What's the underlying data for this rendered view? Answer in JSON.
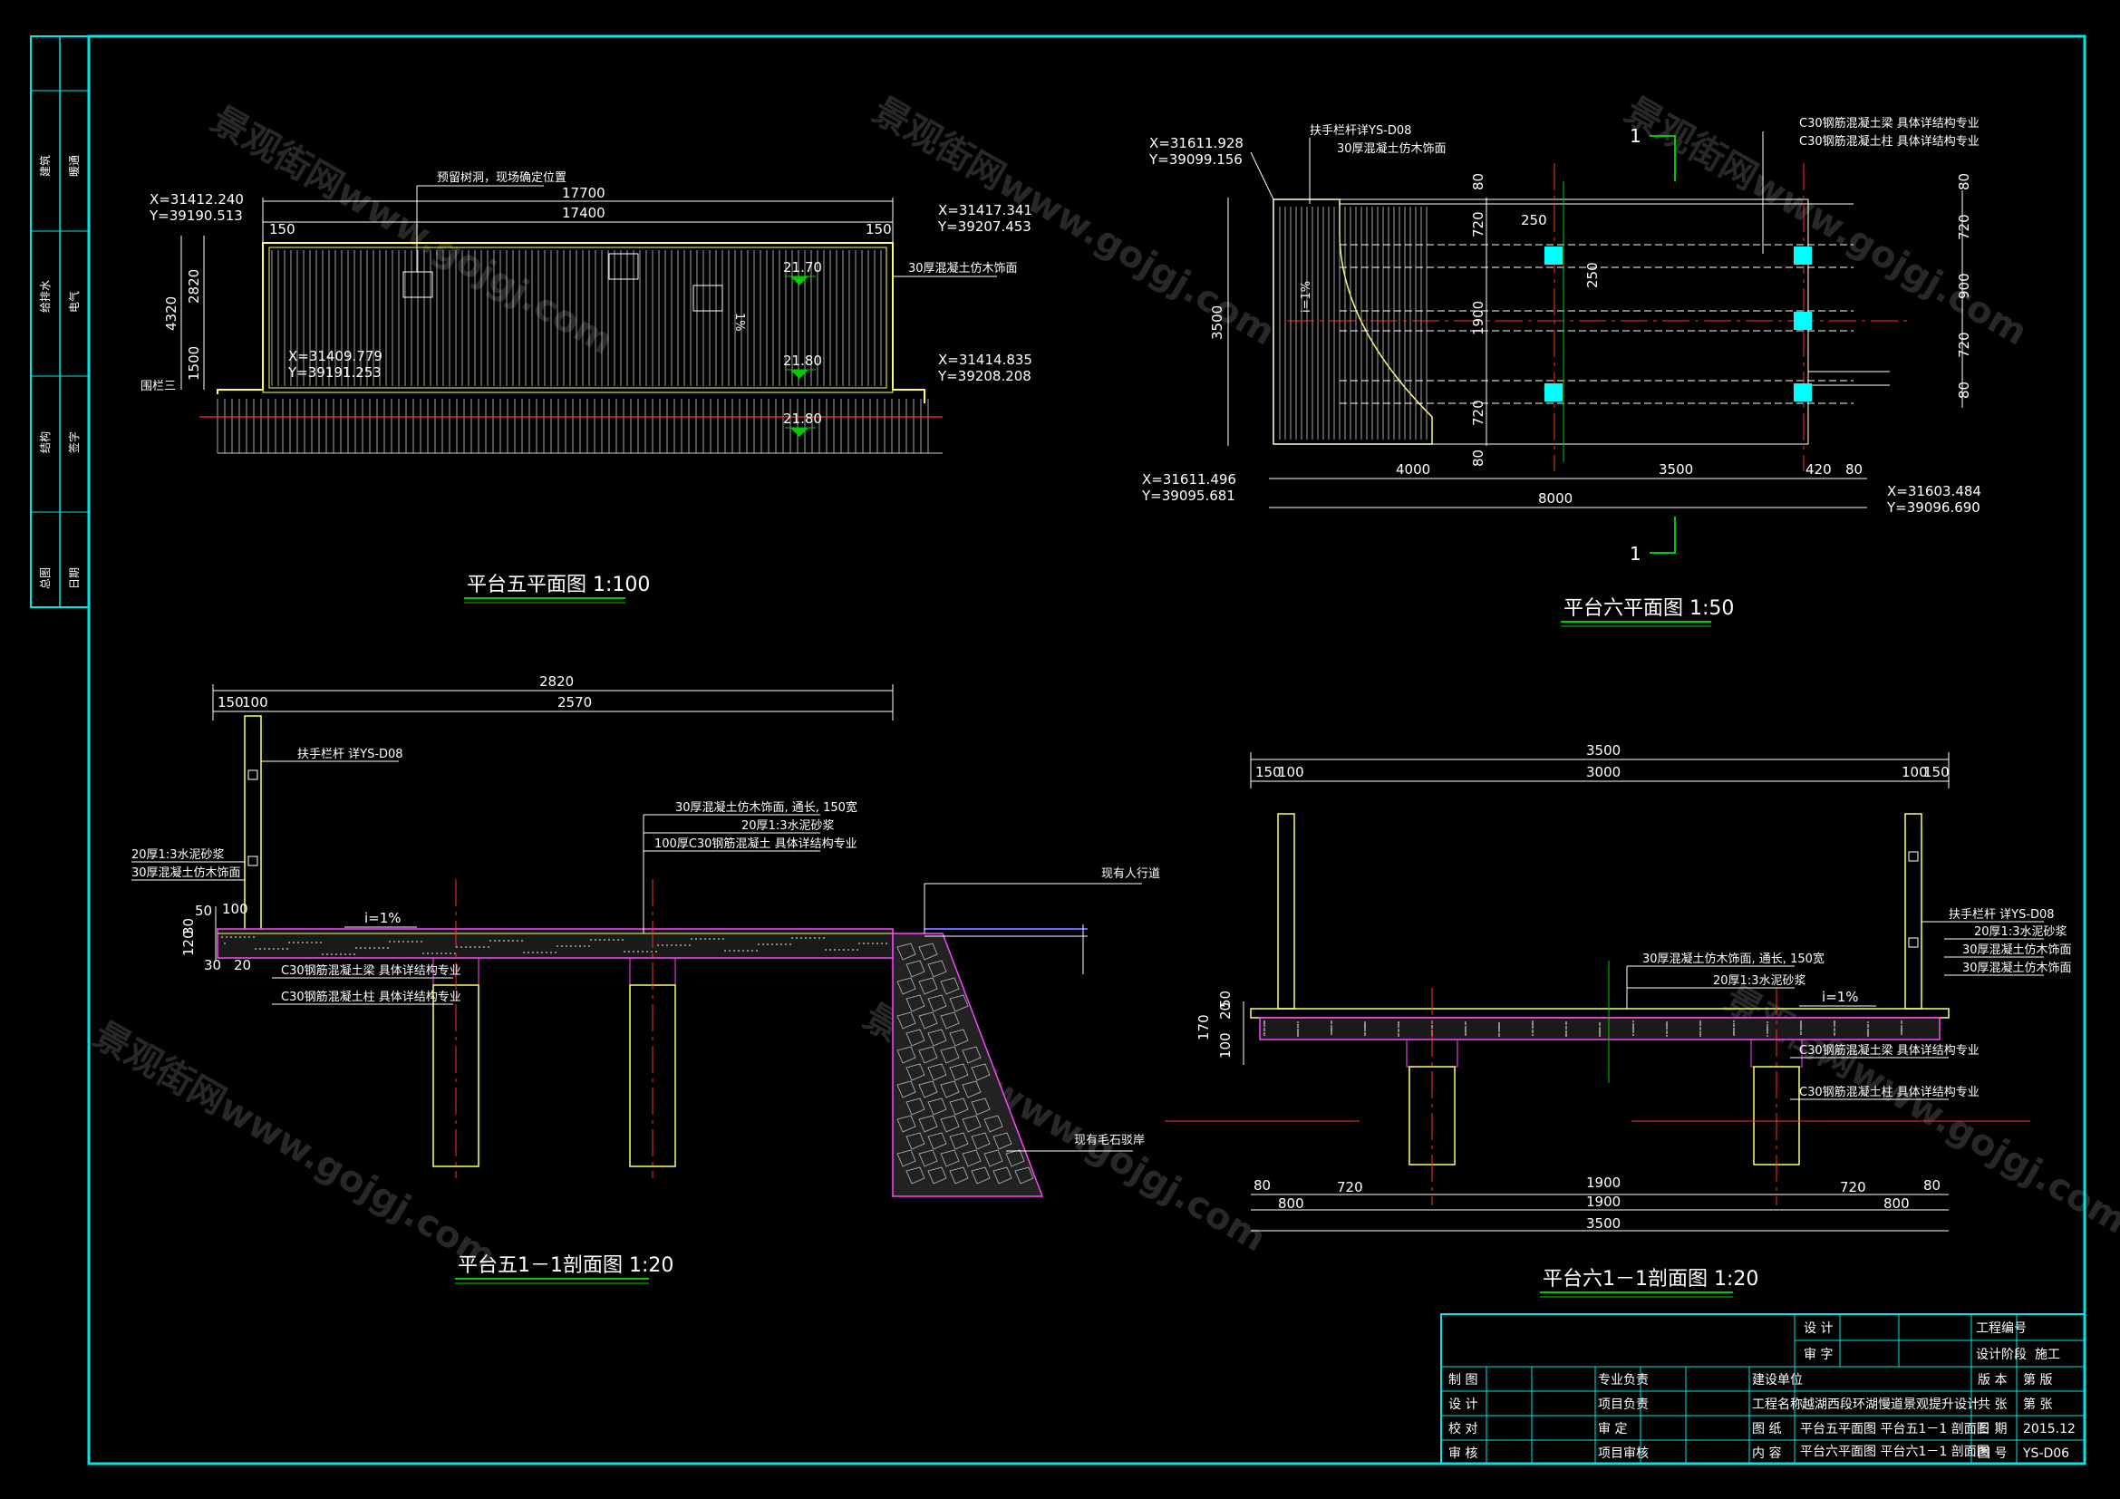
{
  "watermarks": [
    "景观街网www.gojgj.com",
    "景观街网www.gojgj.com",
    "景观街网www.gojgj.com"
  ],
  "side_strip": [
    "建筑",
    "暖通",
    "电气",
    "给排水",
    "结构",
    "总图",
    "签字",
    "日期"
  ],
  "plan5": {
    "title": "平台五平面图  1:100",
    "dims": {
      "overall": "17700",
      "inner": "17400",
      "left150": "150",
      "right150": "150",
      "h4320": "4320",
      "h2820": "2820",
      "h1500": "1500"
    },
    "coords": [
      {
        "x": "X=31412.240",
        "y": "Y=39190.513"
      },
      {
        "x": "X=31417.341",
        "y": "Y=39207.453"
      },
      {
        "x": "X=31409.779",
        "y": "Y=39191.253"
      },
      {
        "x": "X=31414.835",
        "y": "Y=39208.208"
      }
    ],
    "notes": {
      "top": "预留树洞，现场确定位置",
      "right": "30厚混凝土仿木饰面",
      "slope": "1%",
      "leftnote": "围栏三"
    },
    "levels": [
      "21.70",
      "21.80",
      "21.80"
    ]
  },
  "plan6": {
    "title": "平台六平面图  1:50",
    "coords": [
      {
        "x": "X=31611.928",
        "y": "Y=39099.156"
      },
      {
        "x": "X=31611.496",
        "y": "Y=39095.681"
      },
      {
        "x": "X=31603.484",
        "y": "Y=39096.690"
      }
    ],
    "notes": [
      "扶手栏杆详YS-D08",
      "30厚混凝土仿木饰面",
      "C30钢筋混凝土梁  具体详结构专业",
      "C30钢筋混凝土柱  具体详结构专业",
      "i=1%"
    ],
    "dims": {
      "d80a": "80",
      "d720a": "720",
      "d1900": "1900",
      "d720b": "720",
      "d80b": "80",
      "d250a": "250",
      "d250b": "250",
      "d3500v": "3500",
      "r80a": "80",
      "r720a": "720",
      "r900": "900",
      "r720b": "720",
      "r80b": "80",
      "b4000": "4000",
      "b3500": "3500",
      "b420": "420",
      "b80": "80",
      "b8000": "8000"
    },
    "section_mark": "1"
  },
  "sec5": {
    "title": "平台五1－1剖面图  1:20",
    "dims": {
      "d2820": "2820",
      "d150": "150",
      "d100": "100",
      "d2570": "2570",
      "l50": "50",
      "l100": "100",
      "l30": "30",
      "l120": "120",
      "b30": "30",
      "b20": "20"
    },
    "notes": [
      "扶手栏杆 详YS-D08",
      "30厚混凝土仿木饰面, 通长, 150宽",
      "20厚1:3水泥砂浆",
      "100厚C30钢筋混凝土  具体详结构专业",
      "20厚1:3水泥砂浆",
      "30厚混凝土仿木饰面",
      "C30钢筋混凝土梁  具体详结构专业",
      "C30钢筋混凝土柱  具体详结构专业",
      "现有人行道",
      "现有毛石驳岸",
      "i=1%"
    ]
  },
  "sec6": {
    "title": "平台六1－1剖面图  1:20",
    "dims": {
      "top3500": "3500",
      "t150a": "150",
      "t100a": "100",
      "t3000": "3000",
      "t100b": "100",
      "t150b": "150",
      "v170": "170",
      "v20": "20",
      "v50": "50",
      "v100": "100",
      "b80a": "80",
      "b720a": "720",
      "b1900a": "1900",
      "b720b": "720",
      "b80b": "80",
      "b800a": "800",
      "b1900b": "1900",
      "b800b": "800",
      "b3500": "3500"
    },
    "notes": [
      "扶手栏杆 详YS-D08",
      "20厚1:3水泥砂浆",
      "30厚混凝土仿木饰面",
      "30厚混凝土仿木饰面",
      "30厚混凝土仿木饰面, 通长, 150宽",
      "20厚1:3水泥砂浆",
      "i=1%",
      "C30钢筋混凝土梁  具体详结构专业",
      "C30钢筋混凝土柱  具体详结构专业"
    ]
  },
  "title_block": {
    "design_label": "设 计",
    "review_label": "审 字",
    "project_no_label": "工程编号",
    "stage_label": "设计阶段",
    "stage_value": "施工",
    "rows_left": [
      "制 图",
      "设 计",
      "校 对",
      "审 核"
    ],
    "rows_mid": [
      "专业负责",
      "项目负责",
      "审 定",
      "项目审核"
    ],
    "rows_mid2": [
      "建设单位",
      "工程名称",
      "图 纸",
      "内 容"
    ],
    "project_name": "越湖西段环湖慢道景观提升设计",
    "content1": "平台五平面图    平台五1－1 剖面图",
    "content2": "平台六平面图    平台六1－1 剖面图",
    "version_label": "版 本",
    "version_value": "第  版",
    "sheets_label": "共 张",
    "sheets_value": "第  张",
    "date_label": "日 期",
    "date_value": "2015.12",
    "drawing_no_label": "图 号",
    "drawing_no_value": "YS-D06"
  }
}
